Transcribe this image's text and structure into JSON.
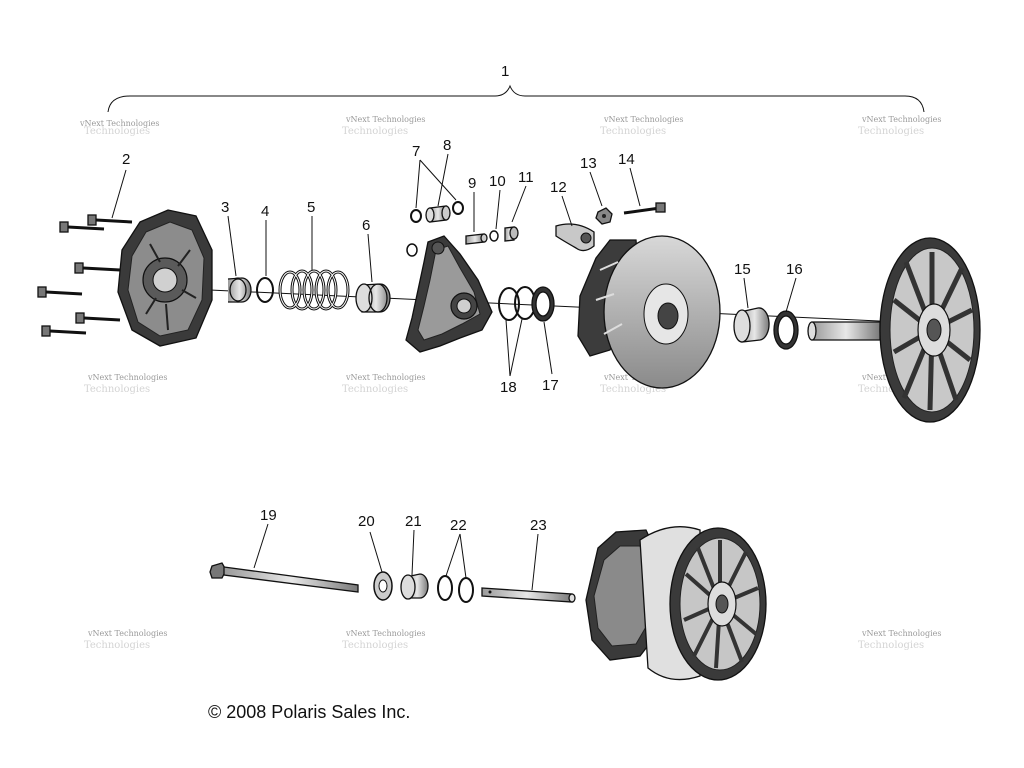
{
  "labels": [
    "1",
    "2",
    "3",
    "4",
    "5",
    "6",
    "7",
    "8",
    "9",
    "10",
    "11",
    "12",
    "13",
    "14",
    "15",
    "16",
    "17",
    "18",
    "19",
    "20",
    "21",
    "22",
    "23"
  ],
  "watermark": "vNext Technologies",
  "copyright": "© 2008 Polaris Sales Inc.",
  "colors": {
    "line": "#111111",
    "part_fill": "#cfcfcf",
    "part_dark": "#4a4a4a",
    "watermark": "#9a9a9a"
  }
}
